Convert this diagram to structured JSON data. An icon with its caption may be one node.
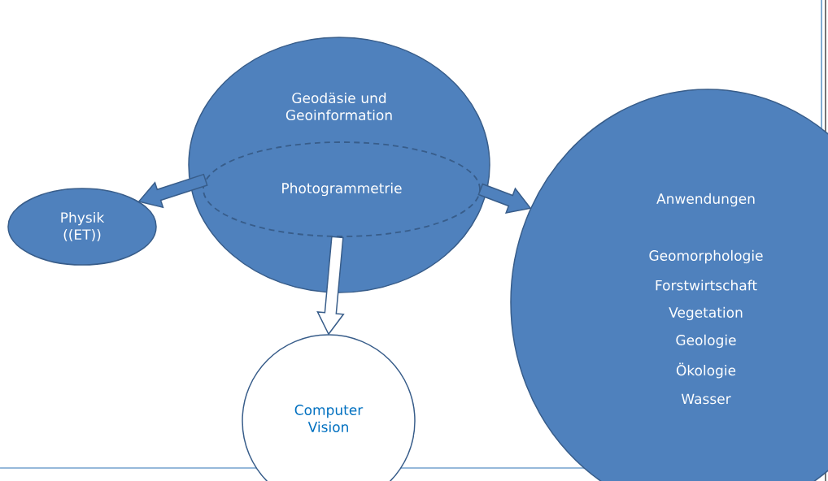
{
  "diagram": {
    "nodes": [
      {
        "text": [
          "Geodäsie und Geoinformation"
        ]
      },
      {
        "text": [
          "Photogrammetrie"
        ],
        "in": 0
      },
      {
        "text": [
          "Physik ((ET))"
        ]
      },
      {
        "text": [
          "Computer Vision"
        ]
      },
      {
        "text": [
          "Anwendungen",
          "Geomorphologie",
          "Forstwirtschaft",
          "Vegetation",
          "Geologie",
          "Ökologie",
          "Wasser"
        ]
      }
    ],
    "edges": [
      {
        "from": 1,
        "to": 2,
        "arrow": "to"
      },
      {
        "from": 1,
        "to": 4,
        "arrow": "to"
      },
      {
        "from": 1,
        "to": 3,
        "arrow": "to",
        "color": "#ffffff"
      }
    ]
  }
}
